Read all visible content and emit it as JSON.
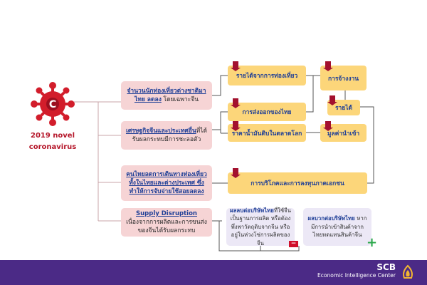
{
  "virus": {
    "label_line1": "2019 novel",
    "label_line2": "coronavirus",
    "glyph": "C"
  },
  "boxes": {
    "tourism": {
      "hl": "จำนวนนักท่องเที่ยวต่างชาติมาไทย ลดลง",
      "rest": " โดยเฉพาะจีน"
    },
    "china_econ": {
      "hl": "เศรษฐกิจจีนและประเทศอื่น",
      "rest": "ที่ได้รับผลกระทบมีการชะลอตัว"
    },
    "thai_travel": {
      "hl": "คนไทยลดการเดินทางท่องเที่ยวทั้งในไทยและต่างประเทศ ซึ่งทำให้การจับจ่ายใช้สอยลดลง"
    },
    "supply": {
      "hl": "Supply Disruption",
      "rest": " เนื่องจากการผลิตและการขนส่งของจีนได้รับผลกระทบ"
    }
  },
  "yellow": {
    "tourism_income": "รายได้จากการท่องเที่ยว",
    "employment": "การจ้างงาน",
    "exports": "การส่งออกของไทย",
    "income": "รายได้",
    "oil_price": "ราคาน้ำมันดิบในตลาดโลก",
    "import_value": "มูลค่านำเข้า",
    "consumption": "การบริโภคและการลงทุนภาคเอกชน"
  },
  "neg_box": {
    "hl": "ผลลบต่อบริษัทไทย",
    "rest": "ที่ใช้จีนเป็นฐานการผลิต หรือต้องพึ่งพาวัตถุดิบจากจีน หรืออยู่ในห่วงโซ่การผลิตของจีน"
  },
  "pos_box": {
    "hl": "ผลบวกต่อบริษัทไทย",
    "rest": " หากมีการนำเข้าสินค้าจากไทยทดแทนสินค้าจีน"
  },
  "signs": {
    "minus": "−",
    "plus": "+"
  },
  "footer": {
    "brand": "SCB",
    "unit": "Economic Intelligence Center",
    "logo": "scb-logo"
  },
  "colors": {
    "pink": "#f6d4d5",
    "yellow": "#fcd67a",
    "lavender": "#ece8f6",
    "marker": "#a3112e",
    "footer": "#4b2a86",
    "text_blue": "#1f3f97",
    "plus": "#2aa84a",
    "minus": "#d0102b"
  }
}
